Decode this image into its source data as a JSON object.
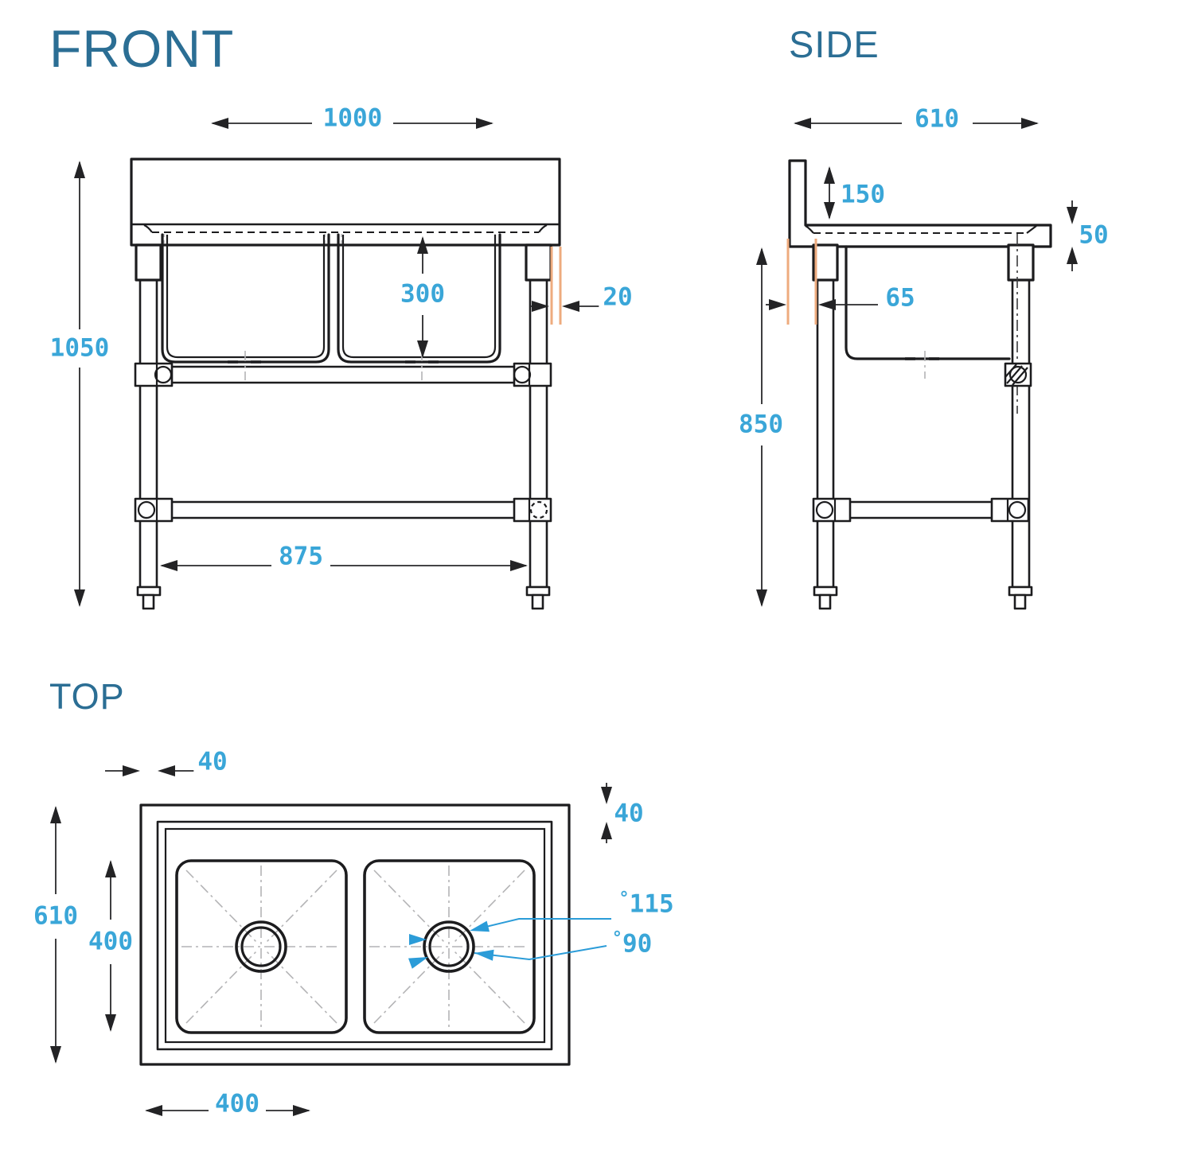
{
  "drawing": {
    "kind": "sink-bench-technical-drawing",
    "colors": {
      "title_text": "#2b6e94",
      "dimension_text": "#3aa6d8",
      "leader_blue": "#2b9cd8",
      "highlight_orange": "#eeab7e",
      "outline": "#1c1c1e"
    }
  },
  "views": {
    "front": {
      "title": "FRONT",
      "dims": {
        "overall_width": "1000",
        "overall_height": "1050",
        "bowl_depth": "300",
        "top_overhang": "20",
        "leg_spacing": "875"
      }
    },
    "side": {
      "title": "SIDE",
      "dims": {
        "overall_depth": "610",
        "splashback_height": "150",
        "benchtop_thickness": "50",
        "leg_setback": "65",
        "leg_height": "850"
      }
    },
    "top": {
      "title": "TOP",
      "dims": {
        "left_rim_inset": "40",
        "top_rim_inset": "40",
        "overall_depth": "610",
        "bowl_depth": "400",
        "bowl_width": "400"
      },
      "drain": {
        "symbol": "°",
        "outer_dia": "115",
        "inner_dia": "90"
      }
    }
  }
}
